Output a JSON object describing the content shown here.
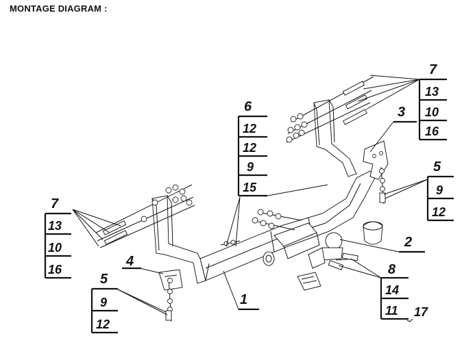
{
  "title": "MONTAGE DIAGRAM :",
  "labels": {
    "part1": "1",
    "part2": "2",
    "part3": "3",
    "part4": "4",
    "part5_left": "5",
    "part5_right": "5",
    "part6": "6",
    "part7_left": "7",
    "part7_right": "7",
    "part8": "8",
    "part17": "17"
  },
  "tables": {
    "group6": [
      "12",
      "12",
      "9",
      "15"
    ],
    "group7_left": [
      "13",
      "10",
      "16"
    ],
    "group7_right": [
      "13",
      "10",
      "16"
    ],
    "group5_left": [
      "9",
      "12"
    ],
    "group5_right": [
      "9",
      "12"
    ],
    "group8": [
      "14",
      "11"
    ]
  }
}
